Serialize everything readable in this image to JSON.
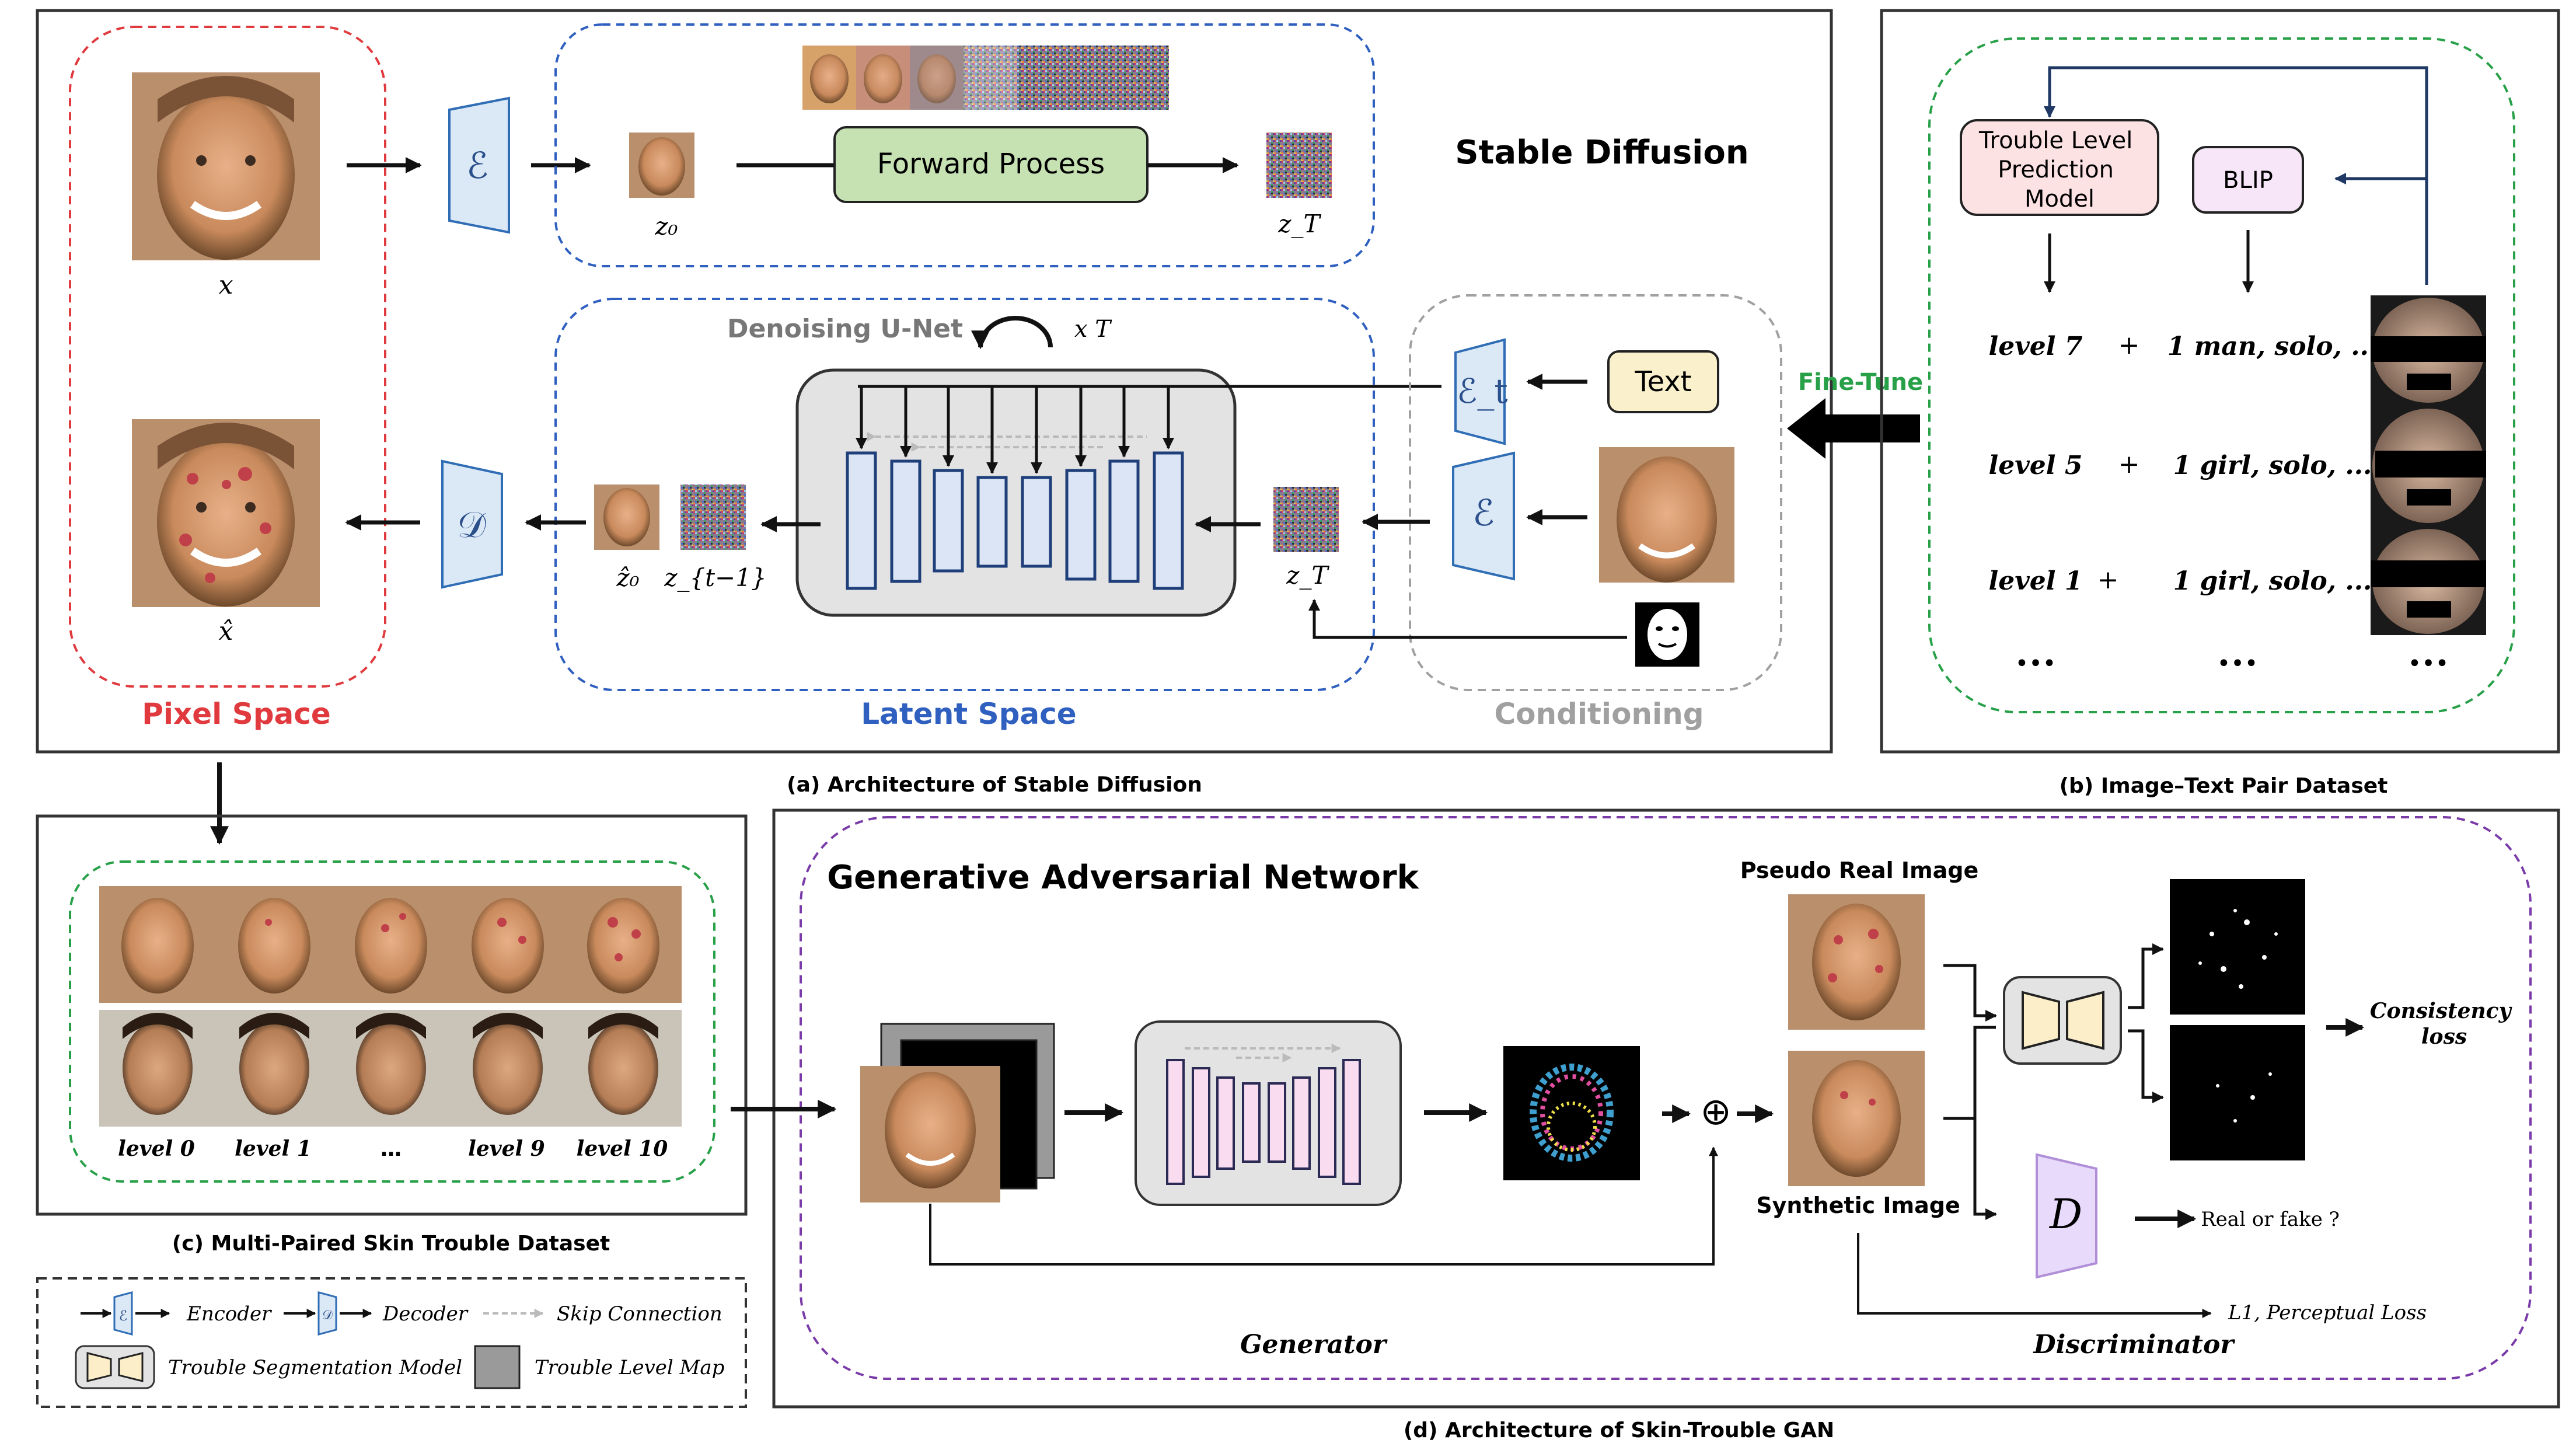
{
  "panel_a": {
    "title": "Stable Diffusion",
    "caption": "(a) Architecture of Stable Diffusion",
    "pixel_space": "Pixel Space",
    "latent_space": "Latent Space",
    "conditioning": "Conditioning",
    "x_label": "x",
    "xhat_label": "x̂",
    "encoder_glyph": "ℰ",
    "decoder_glyph": "𝒟",
    "z0": "z₀",
    "zT": "z_T",
    "zhat0": "ẑ₀",
    "zt1": "z_{t−1}",
    "forward_process": "Forward Process",
    "denoising_unet": "Denoising U-Net",
    "times_T": "x T",
    "text_box": "Text",
    "enc_t": "ℰ_t",
    "enc_img": "ℰ",
    "colors": {
      "pixel": "#e03a3e",
      "latent": "#2f5fbf",
      "cond": "#a0a0a0",
      "forward": "#c6e2b3",
      "encoder": "#dbe8f6"
    }
  },
  "finetune_label": "Fine-Tune",
  "panel_b": {
    "caption": "(b) Image–Text Pair Dataset",
    "trouble_model": "Trouble Level Prediction Model",
    "blip": "BLIP",
    "rows": [
      {
        "level": "level 7",
        "plus": "+",
        "text": "1 man, solo, ..."
      },
      {
        "level": "level 5",
        "plus": "+",
        "text": "1 girl, solo, ..."
      },
      {
        "level": "level 1",
        "plus": "+",
        "text": "1 girl, solo, ..."
      }
    ],
    "ellipsis": "•••"
  },
  "panel_c": {
    "caption": "(c) Multi-Paired Skin Trouble Dataset",
    "levels": [
      "level 0",
      "level 1",
      "…",
      "level 9",
      "level 10"
    ]
  },
  "panel_d": {
    "title": "Generative Adversarial Network",
    "caption": "(d) Architecture of Skin-Trouble GAN",
    "pseudo_real": "Pseudo Real Image",
    "synthetic": "Synthetic Image",
    "consistency_loss": "Consistency loss",
    "real_or_fake": "Real or fake ?",
    "l1_loss": "L1, Perceptual Loss",
    "generator": "Generator",
    "discriminator": "Discriminator",
    "d_glyph": "D",
    "plus_glyph": "⊕"
  },
  "legend": {
    "encoder": "Encoder",
    "decoder": "Decoder",
    "skip": "Skip  Connection",
    "seg_model": "Trouble Segmentation Model",
    "level_map": "Trouble Level Map"
  }
}
